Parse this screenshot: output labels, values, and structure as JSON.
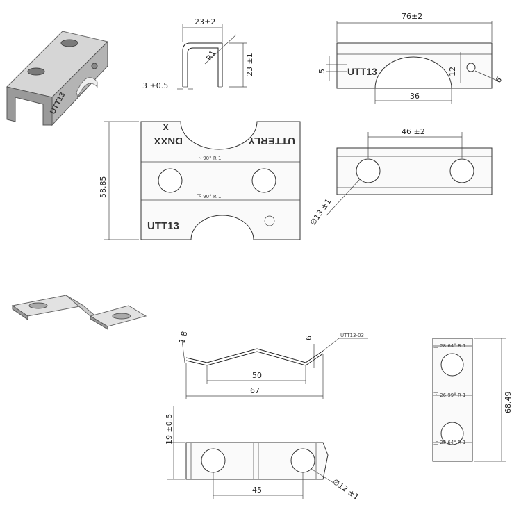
{
  "views": {
    "bracket_side": {
      "width_dim": "23±2",
      "height_dim": "23 ±1",
      "thickness_dim": "3 ±0.5",
      "radius": "R1"
    },
    "bracket_front": {
      "width_dim": "76±2",
      "top_dim": "5",
      "hole_height_dim": "12",
      "cutout_dim": "36",
      "hole_dim": "6",
      "mark": "UTT13"
    },
    "flat_pattern": {
      "height_dim": "58.85",
      "mark_top": "UTTERLY",
      "mark_brand": "DNXX",
      "mark_x": "X",
      "mark_bottom": "UTT13",
      "bend1": "下  90°    R 1",
      "bend2": "下  90°    R 1"
    },
    "bracket_top": {
      "spacing_dim": "46 ±2",
      "hole_dim": "∅13 ±1"
    },
    "clip_profile": {
      "thickness_dim": "1.8",
      "rise_dim": "6",
      "part_label": "UTT13-03",
      "inner_dim": "50",
      "overall_dim": "67"
    },
    "clip_top": {
      "height_dim": "19 ±0.5",
      "spacing_dim": "45",
      "hole_dim": "∅12 ±1"
    },
    "clip_flat": {
      "length_dim": "68.49",
      "bend1": "上  28.64°    R 1",
      "bend2": "下  26.99°    R 1",
      "bend3": "上  28.64°    R 1"
    },
    "iso_bracket": {
      "mark": "UTT13"
    }
  }
}
